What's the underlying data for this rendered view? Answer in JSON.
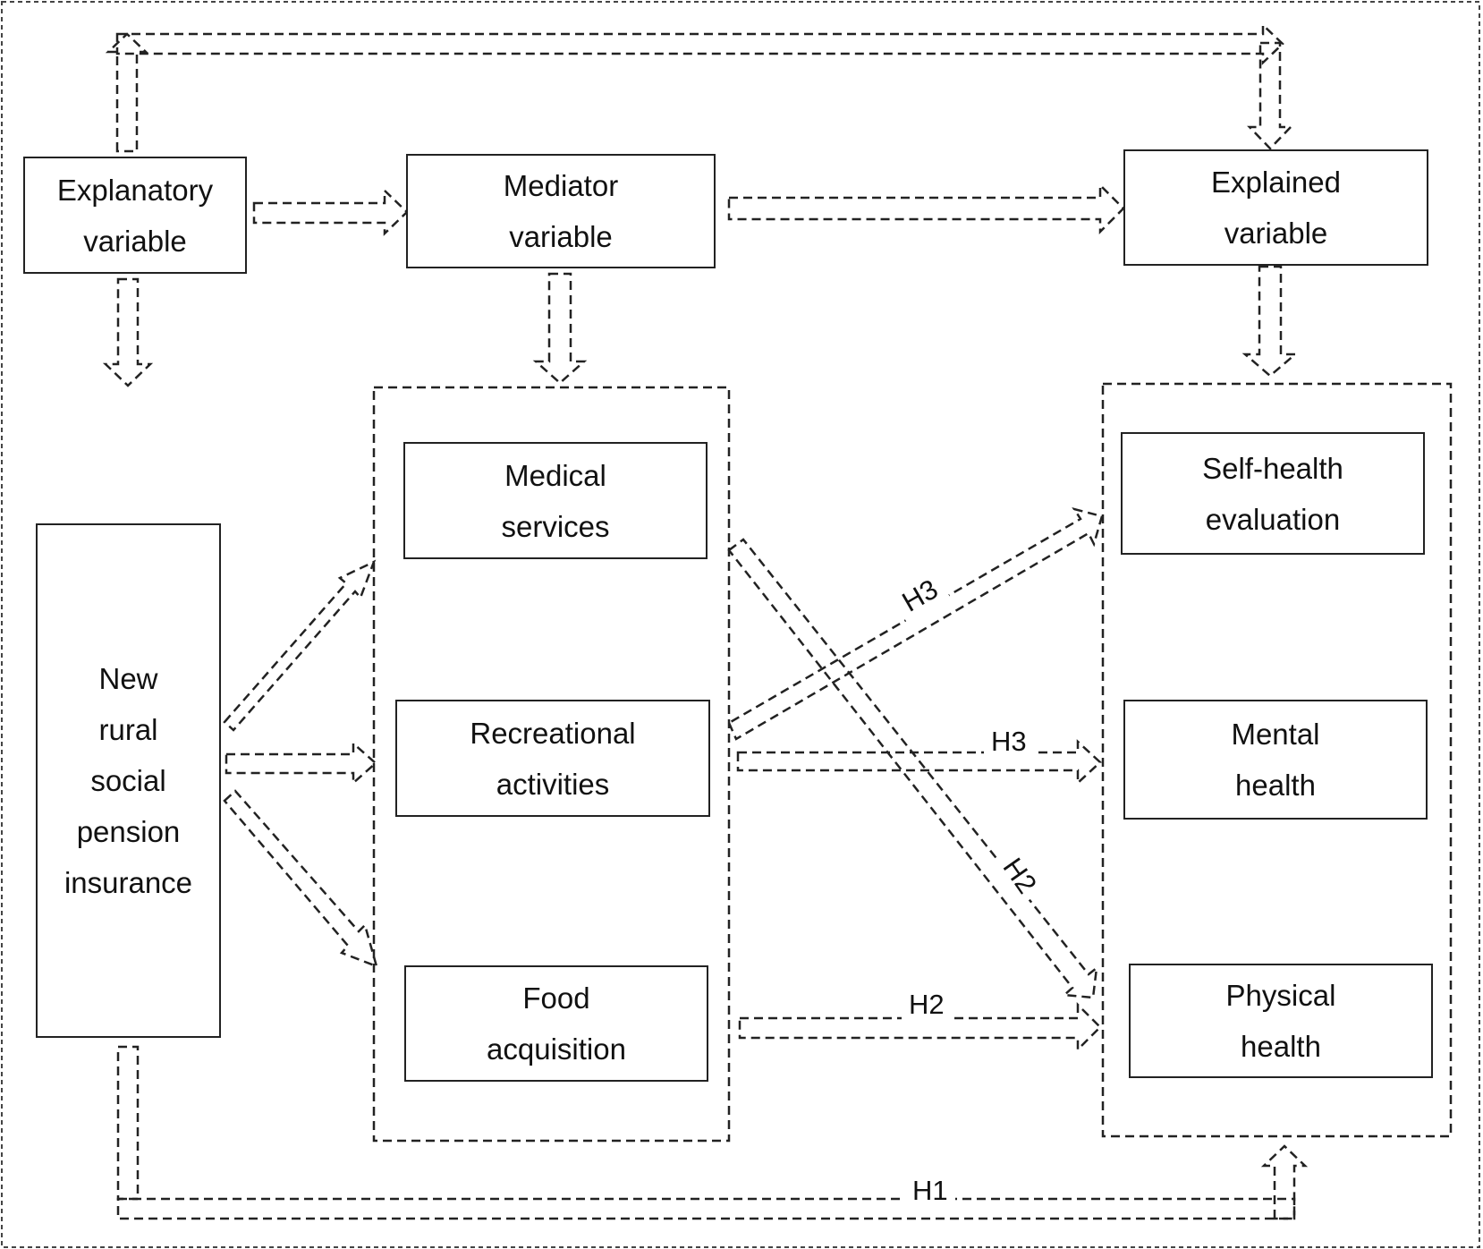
{
  "header_boxes": {
    "explanatory": [
      "Explanatory",
      "variable"
    ],
    "mediator": [
      "Mediator",
      "variable"
    ],
    "explained": [
      "Explained",
      "variable"
    ]
  },
  "independent": [
    "New",
    "rural",
    "social",
    "pension",
    "insurance"
  ],
  "mediators": [
    [
      "Medical",
      "services"
    ],
    [
      "Recreational",
      "activities"
    ],
    [
      "Food",
      "acquisition"
    ]
  ],
  "outcomes": [
    [
      "Self-health",
      "evaluation"
    ],
    [
      "Mental",
      "health"
    ],
    [
      "Physical",
      "health"
    ]
  ],
  "hypotheses": {
    "h1": "H1",
    "h2_horizontal": "H2",
    "h2_diagonal": "H2",
    "h3_horizontal": "H3",
    "h3_diagonal": "H3"
  }
}
